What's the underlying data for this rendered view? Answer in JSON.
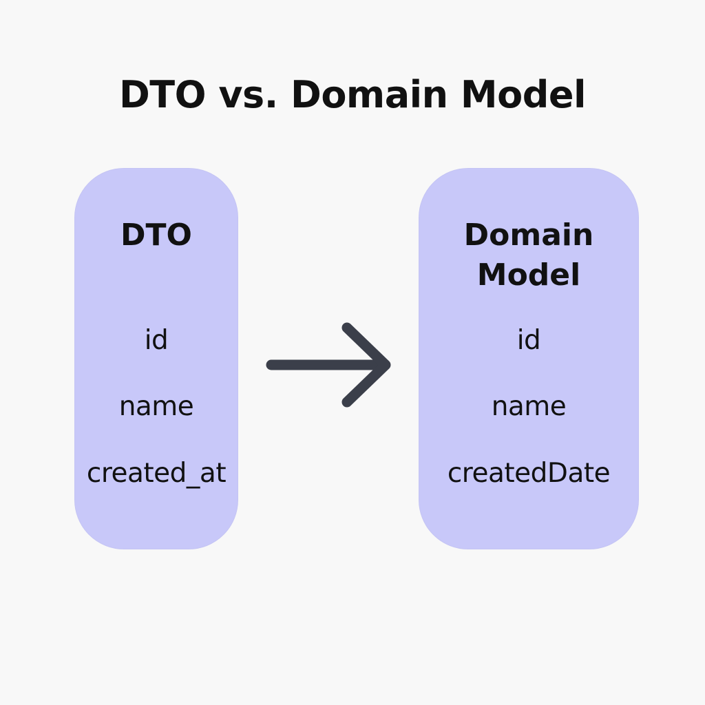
{
  "title": "DTO vs. Domain Model",
  "dto": {
    "title": "DTO",
    "fields": [
      "id",
      "name",
      "created_at"
    ]
  },
  "domain_model": {
    "title_line1": "Domain",
    "title_line2": "Model",
    "fields": [
      "id",
      "name",
      "createdDate"
    ]
  },
  "arrow": {
    "icon": "arrow-right-icon",
    "color": "#3b3f4a"
  },
  "colors": {
    "background": "#f8f8f8",
    "card_fill": "#c8c8f9",
    "text": "#111111"
  }
}
